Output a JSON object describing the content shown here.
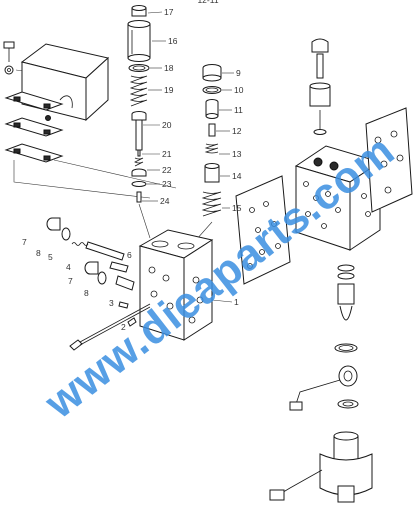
{
  "diagram": {
    "header_fragment": "12-11",
    "watermark": "www.dieaparts.com",
    "colors": {
      "line": "#1a1a1a",
      "watermark": "#3a8ee0"
    },
    "callouts": [
      {
        "id": "c1",
        "label": "1"
      },
      {
        "id": "c2",
        "label": "2"
      },
      {
        "id": "c3",
        "label": "3"
      },
      {
        "id": "c4",
        "label": "4"
      },
      {
        "id": "c5",
        "label": "5"
      },
      {
        "id": "c6",
        "label": "6"
      },
      {
        "id": "c7a",
        "label": "7"
      },
      {
        "id": "c7b",
        "label": "7"
      },
      {
        "id": "c8a",
        "label": "8"
      },
      {
        "id": "c8b",
        "label": "8"
      },
      {
        "id": "c9",
        "label": "9"
      },
      {
        "id": "c10",
        "label": "10"
      },
      {
        "id": "c11",
        "label": "11"
      },
      {
        "id": "c12",
        "label": "12"
      },
      {
        "id": "c13",
        "label": "13"
      },
      {
        "id": "c14",
        "label": "14"
      },
      {
        "id": "c15",
        "label": "15"
      },
      {
        "id": "c16",
        "label": "16"
      },
      {
        "id": "c17",
        "label": "17"
      },
      {
        "id": "c18",
        "label": "18"
      },
      {
        "id": "c19",
        "label": "19"
      },
      {
        "id": "c20",
        "label": "20"
      },
      {
        "id": "c21",
        "label": "21"
      },
      {
        "id": "c22",
        "label": "22"
      },
      {
        "id": "c23",
        "label": "23"
      },
      {
        "id": "c24",
        "label": "24"
      }
    ]
  }
}
